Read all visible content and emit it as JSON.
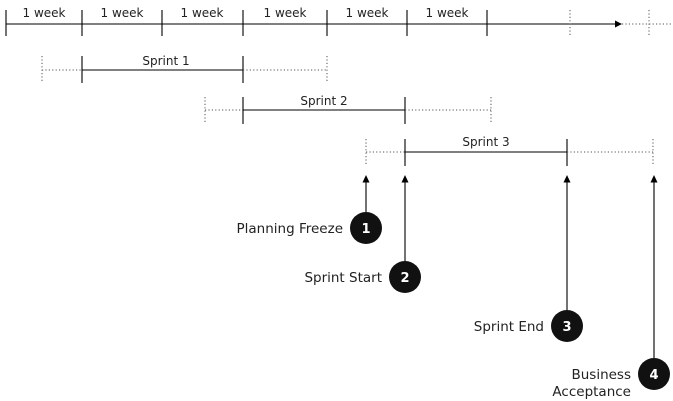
{
  "week_labels": [
    "1 week",
    "1 week",
    "1 week",
    "1 week",
    "1 week",
    "1 week"
  ],
  "sprints": [
    {
      "label": "Sprint 1"
    },
    {
      "label": "Sprint 2"
    },
    {
      "label": "Sprint 3"
    }
  ],
  "milestones": [
    {
      "number": "1",
      "label_lines": [
        "Planning Freeze"
      ]
    },
    {
      "number": "2",
      "label_lines": [
        "Sprint Start"
      ]
    },
    {
      "number": "3",
      "label_lines": [
        "Sprint End"
      ]
    },
    {
      "number": "4",
      "label_lines": [
        "Business",
        "Acceptance"
      ]
    }
  ],
  "colors": {
    "ink": "#000000",
    "text": "#222222",
    "badge": "#111111",
    "badge_text": "#ffffff"
  }
}
